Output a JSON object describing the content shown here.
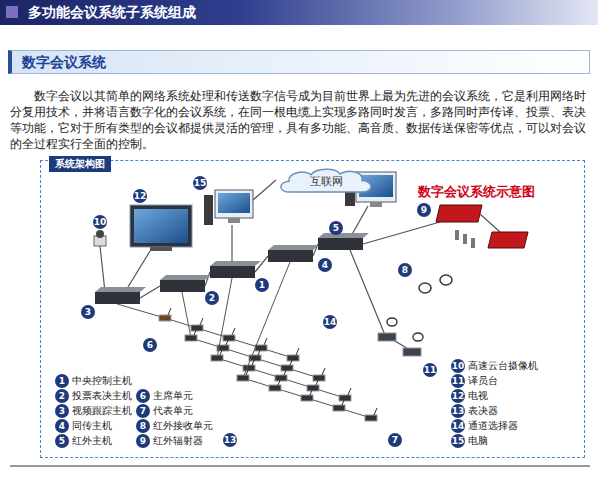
{
  "diagram": {
    "title": "多功能会议系统子系统组成",
    "nodes": [
      {
        "text": [
          "数字会议系统"
        ]
      },
      {
        "text": [
          "系统架构图"
        ]
      },
      {
        "text": [
          "互联网"
        ],
        "in": 1
      }
    ],
    "labels": [
      "数字会议以其简单的网络系统处理和传送数字信号成为目前世界上最为先进的会议系统，它是利用网络时分复用技术，并将语言数字化的会议系统，在同一根电缆上实现多路同时发言，多路同时声传译、投票、表决等功能，它对于所有类型的会议都提供灵活的管理，具有多功能、高音质、数据传送保密等优点，可以对会议的全过程实行全面的控制。",
      "数字会议系统示意图",
      "12",
      "10",
      "9",
      "3",
      "2",
      "1",
      "4",
      "5",
      "8",
      "14",
      "6",
      "13",
      "7",
      "11",
      "15",
      "1",
      "2",
      "3",
      "4",
      "5",
      "6",
      "7",
      "8",
      "9",
      "10",
      "11",
      "12",
      "13",
      "14",
      "15"
    ],
    "legend": [
      {
        "text": "中央控制主机"
      },
      {
        "text": "投票表决主机"
      },
      {
        "text": "视频跟踪主机"
      },
      {
        "text": "同传主机"
      },
      {
        "text": "红外主机"
      },
      {
        "text": "主席单元"
      },
      {
        "text": "代表单元"
      },
      {
        "text": "红外接收单元"
      },
      {
        "text": "红外辐射器"
      },
      {
        "text": "高速云台摄像机"
      },
      {
        "text": "译员台"
      },
      {
        "text": "电视"
      },
      {
        "text": "表决器"
      },
      {
        "text": "通道选择器"
      },
      {
        "text": "电脑"
      }
    ]
  }
}
